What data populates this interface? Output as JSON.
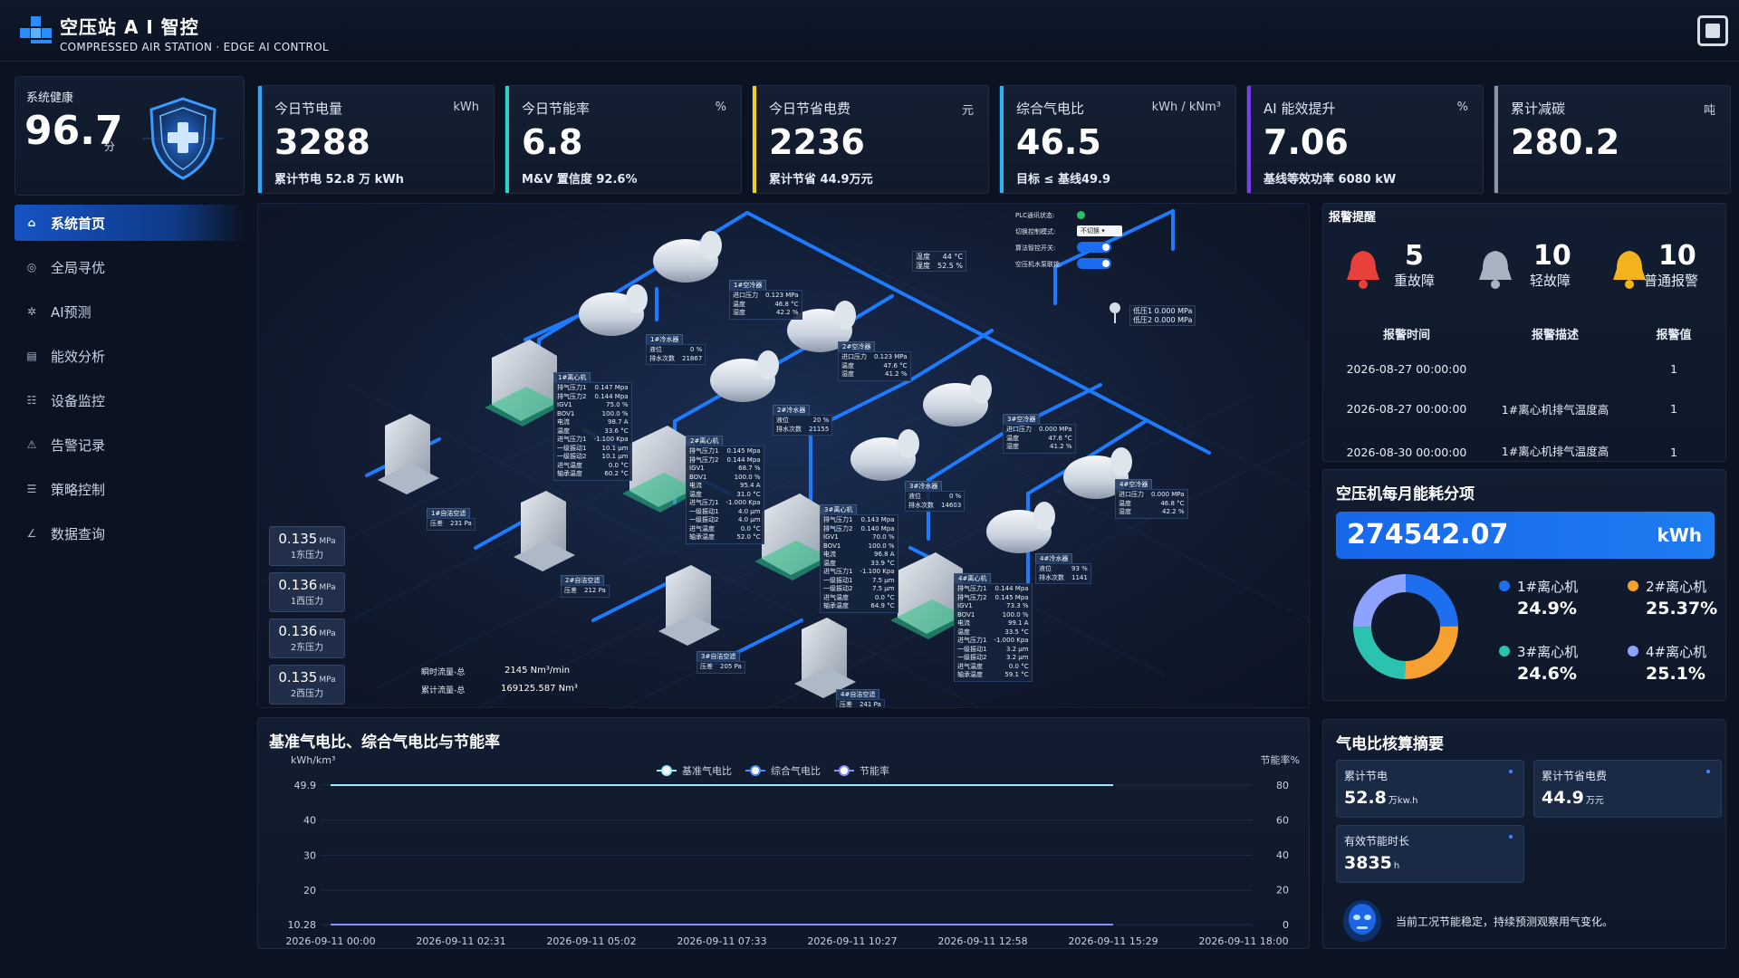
{
  "header": {
    "title": "空压站 A I 智控",
    "subtitle": "COMPRESSED AIR STATION · EDGE AI CONTROL"
  },
  "health": {
    "label": "系统健康",
    "value": "96.7",
    "unit": "分"
  },
  "nav": [
    {
      "label": "系统首页",
      "icon": "home-icon",
      "active": true
    },
    {
      "label": "全局寻优",
      "icon": "target-icon",
      "active": false
    },
    {
      "label": "AI预测",
      "icon": "gear-icon",
      "active": false
    },
    {
      "label": "能效分析",
      "icon": "report-icon",
      "active": false
    },
    {
      "label": "设备监控",
      "icon": "device-icon",
      "active": false
    },
    {
      "label": "告警记录",
      "icon": "alarm-icon",
      "active": false
    },
    {
      "label": "策略控制",
      "icon": "sliders-icon",
      "active": false
    },
    {
      "label": "数据查询",
      "icon": "chart-icon",
      "active": false
    }
  ],
  "kpis": [
    {
      "label": "今日节电量",
      "unit": "kWh",
      "value": "3288",
      "sub": "累计节电 52.8 万 kWh",
      "color": "#2aa8ff"
    },
    {
      "label": "今日节能率",
      "unit": "%",
      "value": "6.8",
      "sub": "M&V 置信度 92.6%",
      "color": "#23d6c4"
    },
    {
      "label": "今日节省电费",
      "unit": "元",
      "value": "2236",
      "sub": "累计节省 44.9万元",
      "color": "#f2d11c"
    },
    {
      "label": "综合气电比",
      "unit": "kWh / kNm³",
      "value": "46.5",
      "sub": "目标 ≤ 基线49.9",
      "color": "#29b6f6"
    },
    {
      "label": "AI 能效提升",
      "unit": "%",
      "value": "7.06",
      "sub": "基线等效功率 6080 kW",
      "color": "#7c3cf0"
    },
    {
      "label": "累计减碳",
      "unit": "吨",
      "value": "280.2",
      "sub": "",
      "color": "#8a96a8"
    }
  ],
  "scene": {
    "pressures": [
      {
        "value": "0.135",
        "unit": "MPa",
        "name": "1东压力"
      },
      {
        "value": "0.136",
        "unit": "MPa",
        "name": "1西压力"
      },
      {
        "value": "0.136",
        "unit": "MPa",
        "name": "2东压力"
      },
      {
        "value": "0.135",
        "unit": "MPa",
        "name": "2西压力"
      }
    ],
    "flow": [
      {
        "label": "瞬时流量-总",
        "value": "2145 Nm³/min"
      },
      {
        "label": "累计流量-总",
        "value": "169125.587 Nm³"
      }
    ],
    "controls": [
      {
        "label": "PLC通讯状态:"
      },
      {
        "label": "切换控制模式:",
        "select": "不切换"
      },
      {
        "label": "算法智控开关:"
      },
      {
        "label": "空压机水泵联锁:"
      }
    ],
    "env": {
      "temp_label": "温度",
      "temp": "44 °C",
      "hum_label": "湿度",
      "hum": "52.5 %"
    },
    "low_pressure": [
      {
        "label": "低压1",
        "value": "0.000 MPa"
      },
      {
        "label": "低压2",
        "value": "0.000 MPa"
      }
    ],
    "dryers": [
      {
        "title": "1#空冷器",
        "rows": [
          [
            "进口压力",
            "0.123 MPa"
          ],
          [
            "温度",
            "46.8 °C"
          ],
          [
            "湿度",
            "42.2 %"
          ]
        ]
      },
      {
        "title": "2#空冷器",
        "rows": [
          [
            "进口压力",
            "0.123 MPa"
          ],
          [
            "温度",
            "47.6 °C"
          ],
          [
            "湿度",
            "41.2 %"
          ]
        ]
      },
      {
        "title": "3#空冷器",
        "rows": [
          [
            "进口压力",
            "0.000 MPa"
          ],
          [
            "温度",
            "47.6 °C"
          ],
          [
            "湿度",
            "41.2 %"
          ]
        ]
      },
      {
        "title": "4#空冷器",
        "rows": [
          [
            "进口压力",
            "0.000 MPa"
          ],
          [
            "温度",
            "46.8 °C"
          ],
          [
            "湿度",
            "42.2 %"
          ]
        ]
      }
    ],
    "tanks": [
      {
        "title": "1#冷水器",
        "rows": [
          [
            "液位",
            "0 %"
          ],
          [
            "排水次数",
            "21867"
          ]
        ]
      },
      {
        "title": "2#冷水器",
        "rows": [
          [
            "液位",
            "20 %"
          ],
          [
            "排水次数",
            "21155"
          ]
        ]
      },
      {
        "title": "3#冷水器",
        "rows": [
          [
            "液位",
            "0 %"
          ],
          [
            "排水次数",
            "14603"
          ]
        ]
      },
      {
        "title": "4#冷水器",
        "rows": [
          [
            "液位",
            "93 %"
          ],
          [
            "排水次数",
            "1141"
          ]
        ]
      }
    ],
    "compressors": [
      {
        "title": "1#离心机",
        "rows": [
          [
            "排气压力1",
            "0.147 Mpa"
          ],
          [
            "排气压力2",
            "0.144 Mpa"
          ],
          [
            "IGV1",
            "75.0 %"
          ],
          [
            "BOV1",
            "100.0 %"
          ],
          [
            "电流",
            "98.7 A"
          ],
          [
            "温度",
            "33.6 °C"
          ],
          [
            "进气压力1",
            "-1.100 Kpa"
          ],
          [
            "一级振动1",
            "10.1 μm"
          ],
          [
            "一级振动2",
            "10.1 μm"
          ],
          [
            "进气温度",
            "0.0 °C"
          ],
          [
            "轴承温度",
            "60.2 °C"
          ]
        ]
      },
      {
        "title": "2#离心机",
        "rows": [
          [
            "排气压力1",
            "0.145 Mpa"
          ],
          [
            "排气压力2",
            "0.144 Mpa"
          ],
          [
            "IGV1",
            "68.7 %"
          ],
          [
            "BOV1",
            "100.0 %"
          ],
          [
            "电流",
            "95.4 A"
          ],
          [
            "温度",
            "31.0 °C"
          ],
          [
            "进气压力1",
            "-1.000 Kpa"
          ],
          [
            "一级振动1",
            "4.0 μm"
          ],
          [
            "一级振动2",
            "4.0 μm"
          ],
          [
            "进气温度",
            "0.0 °C"
          ],
          [
            "轴承温度",
            "52.0 °C"
          ]
        ]
      },
      {
        "title": "3#离心机",
        "rows": [
          [
            "排气压力1",
            "0.143 Mpa"
          ],
          [
            "排气压力2",
            "0.140 Mpa"
          ],
          [
            "IGV1",
            "70.0 %"
          ],
          [
            "BOV1",
            "100.0 %"
          ],
          [
            "电流",
            "96.8 A"
          ],
          [
            "温度",
            "33.9 °C"
          ],
          [
            "进气压力1",
            "-1.100 Kpa"
          ],
          [
            "一级振动1",
            "7.5 μm"
          ],
          [
            "一级振动2",
            "7.5 μm"
          ],
          [
            "进气温度",
            "0.0 °C"
          ],
          [
            "轴承温度",
            "64.9 °C"
          ]
        ]
      },
      {
        "title": "4#离心机",
        "rows": [
          [
            "排气压力1",
            "0.144 Mpa"
          ],
          [
            "排气压力2",
            "0.145 Mpa"
          ],
          [
            "IGV1",
            "73.3 %"
          ],
          [
            "BOV1",
            "100.0 %"
          ],
          [
            "电流",
            "99.1 A"
          ],
          [
            "温度",
            "33.5 °C"
          ],
          [
            "进气压力1",
            "-1.000 Kpa"
          ],
          [
            "一级振动1",
            "3.2 μm"
          ],
          [
            "一级振动2",
            "3.2 μm"
          ],
          [
            "进气温度",
            "0.0 °C"
          ],
          [
            "轴承温度",
            "59.1 °C"
          ]
        ]
      }
    ],
    "filters": [
      {
        "title": "1#自洁空滤",
        "row": [
          "压差",
          "231 Pa"
        ]
      },
      {
        "title": "2#自洁空滤",
        "row": [
          "压差",
          "212 Pa"
        ]
      },
      {
        "title": "3#自洁空滤",
        "row": [
          "压差",
          "205 Pa"
        ]
      },
      {
        "title": "4#自洁空滤",
        "row": [
          "压差",
          "241 Pa"
        ]
      }
    ]
  },
  "alarm": {
    "title": "报警提醒",
    "counts": [
      {
        "count": "5",
        "kind": "重故障",
        "color": "#e8413c"
      },
      {
        "count": "10",
        "kind": "轻故障",
        "color": "#a9b3c2"
      },
      {
        "count": "10",
        "kind": "普通报警",
        "color": "#f2b31c"
      }
    ],
    "columns": [
      "报警时间",
      "报警描述",
      "报警值"
    ],
    "rows": [
      [
        "2026-08-27 00:00:00",
        "",
        "1"
      ],
      [
        "2026-08-27 00:00:00",
        "1#离心机排气温度高",
        "1"
      ],
      [
        "2026-08-30 00:00:00",
        "1#离心机排气温度高",
        "1"
      ]
    ]
  },
  "energy": {
    "title": "空压机每月能耗分项",
    "total": "274542.07",
    "unit": "kWh",
    "items": [
      {
        "name": "1#离心机",
        "pct": "24.9%",
        "value": 24.9,
        "color": "#1e6ff0"
      },
      {
        "name": "2#离心机",
        "pct": "25.37%",
        "value": 25.37,
        "color": "#f7a032"
      },
      {
        "name": "3#离心机",
        "pct": "24.6%",
        "value": 24.6,
        "color": "#2bc3b0"
      },
      {
        "name": "4#离心机",
        "pct": "25.1%",
        "value": 25.1,
        "color": "#8ea2ff"
      }
    ]
  },
  "chart_data": {
    "type": "line",
    "title": "基准气电比、综合气电比与节能率",
    "ylabel": "kWh/km³",
    "y2label": "节能率%",
    "ylim": [
      10.28,
      49.9
    ],
    "y2lim": [
      0,
      80
    ],
    "yticks": [
      "49.9",
      "40",
      "30",
      "20",
      "10.28"
    ],
    "y2ticks": [
      "80",
      "60",
      "40",
      "20",
      "0"
    ],
    "x": [
      "2026-09-11 00:00",
      "2026-09-11 02:31",
      "2026-09-11 05:02",
      "2026-09-11 07:33",
      "2026-09-11 10:27",
      "2026-09-11 12:58",
      "2026-09-11 15:29",
      "2026-09-11 18:00"
    ],
    "legend": "top-center",
    "series": [
      {
        "name": "基准气电比",
        "color": "#9fe6ff",
        "values": [
          49.9,
          49.9,
          49.9,
          49.9,
          49.9,
          49.9,
          49.9
        ]
      },
      {
        "name": "综合气电比",
        "color": "#4c8dff",
        "values": [
          10.28,
          10.28,
          10.28,
          10.28,
          10.28,
          10.28,
          10.28
        ]
      },
      {
        "name": "节能率",
        "color": "#8a8fff",
        "values": [
          0,
          0,
          0,
          0,
          0,
          0,
          0
        ]
      }
    ]
  },
  "summary": {
    "title": "气电比核算摘要",
    "cards": [
      {
        "label": "累计节电",
        "value": "52.8",
        "unit": "万kw.h"
      },
      {
        "label": "累计节省电费",
        "value": "44.9",
        "unit": "万元"
      },
      {
        "label": "有效节能时长",
        "value": "3835",
        "unit": "h"
      }
    ],
    "note": "当前工况节能稳定，持续预测观察用气变化。"
  }
}
